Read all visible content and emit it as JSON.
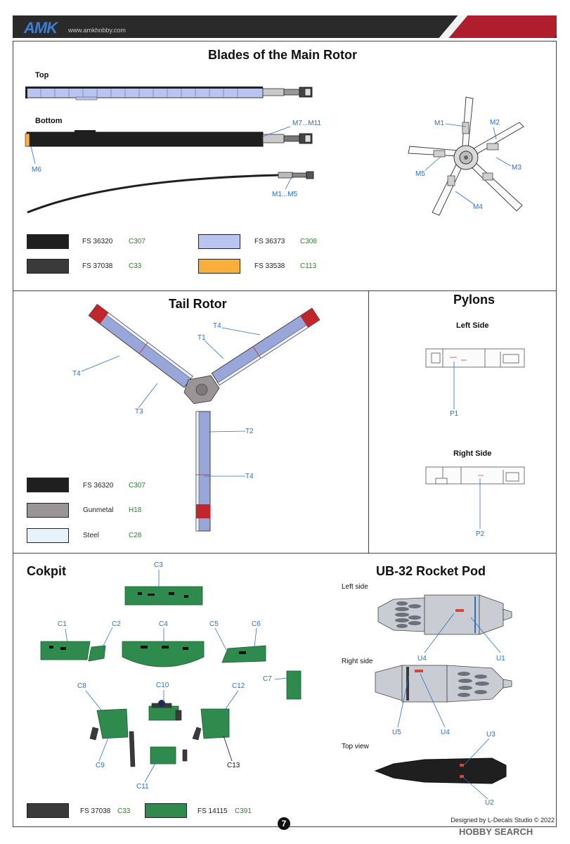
{
  "header": {
    "logo": "AMK",
    "url": "www.amkhobby.com"
  },
  "main_rotor": {
    "title": "Blades of the Main Rotor",
    "top_label": "Top",
    "bottom_label": "Bottom",
    "callouts": {
      "m7_m11": "M7...M11",
      "m6": "M6",
      "m1_m5": "M1...M5",
      "m1": "M1",
      "m2": "M2",
      "m3": "M3",
      "m4": "M4",
      "m5": "M5"
    },
    "colors": [
      {
        "fs": "FS 36320",
        "code": "C307",
        "hex": "#1f1f1f"
      },
      {
        "fs": "FS 36373",
        "code": "C308",
        "hex": "#b9c4f0"
      },
      {
        "fs": "FS 37038",
        "code": "C33",
        "hex": "#3a3a3a"
      },
      {
        "fs": "FS 33538",
        "code": "C113",
        "hex": "#f8b03a"
      }
    ]
  },
  "tail_rotor": {
    "title": "Tail Rotor",
    "callouts": {
      "t4_top": "T4",
      "t1": "T1",
      "t4_left": "T4",
      "t3": "T3",
      "t2": "T2",
      "t4_bottom": "T4"
    },
    "colors": [
      {
        "fs": "FS 36320",
        "code": "C307",
        "hex": "#1f1f1f"
      },
      {
        "fs": "Gunmetal",
        "code": "H18",
        "hex": "#9a9497"
      },
      {
        "fs": "Steel",
        "code": "C28",
        "hex": "#e8f2fa"
      }
    ]
  },
  "pylons": {
    "title": "Pylons",
    "left_label": "Left Side",
    "right_label": "Right Side",
    "p1": "P1",
    "p2": "P2"
  },
  "cockpit": {
    "title": "Cokpit",
    "callouts": {
      "c1": "C1",
      "c2": "C2",
      "c3": "C3",
      "c4": "C4",
      "c5": "C5",
      "c6": "C6",
      "c7": "C7",
      "c8": "C8",
      "c9": "C9",
      "c10": "C10",
      "c11": "C11",
      "c12": "C12",
      "c13": "C13"
    },
    "colors": [
      {
        "fs": "FS 37038",
        "code": "C33",
        "hex": "#3a3a3a"
      },
      {
        "fs": "FS 14115",
        "code": "C391",
        "hex": "#2f8a4e"
      }
    ]
  },
  "rocket_pod": {
    "title": "UB-32 Rocket Pod",
    "left_side": "Left side",
    "right_side": "Right side",
    "top_view": "Top view",
    "callouts": {
      "u4_left": "U4",
      "u1": "U1",
      "u5": "U5",
      "u4_right": "U4",
      "u3": "U3",
      "u2": "U2"
    }
  },
  "footer": {
    "page_number": "7",
    "credit": "Designed by L-Decals Studio © 2022",
    "watermark": "HOBBY SEARCH"
  }
}
